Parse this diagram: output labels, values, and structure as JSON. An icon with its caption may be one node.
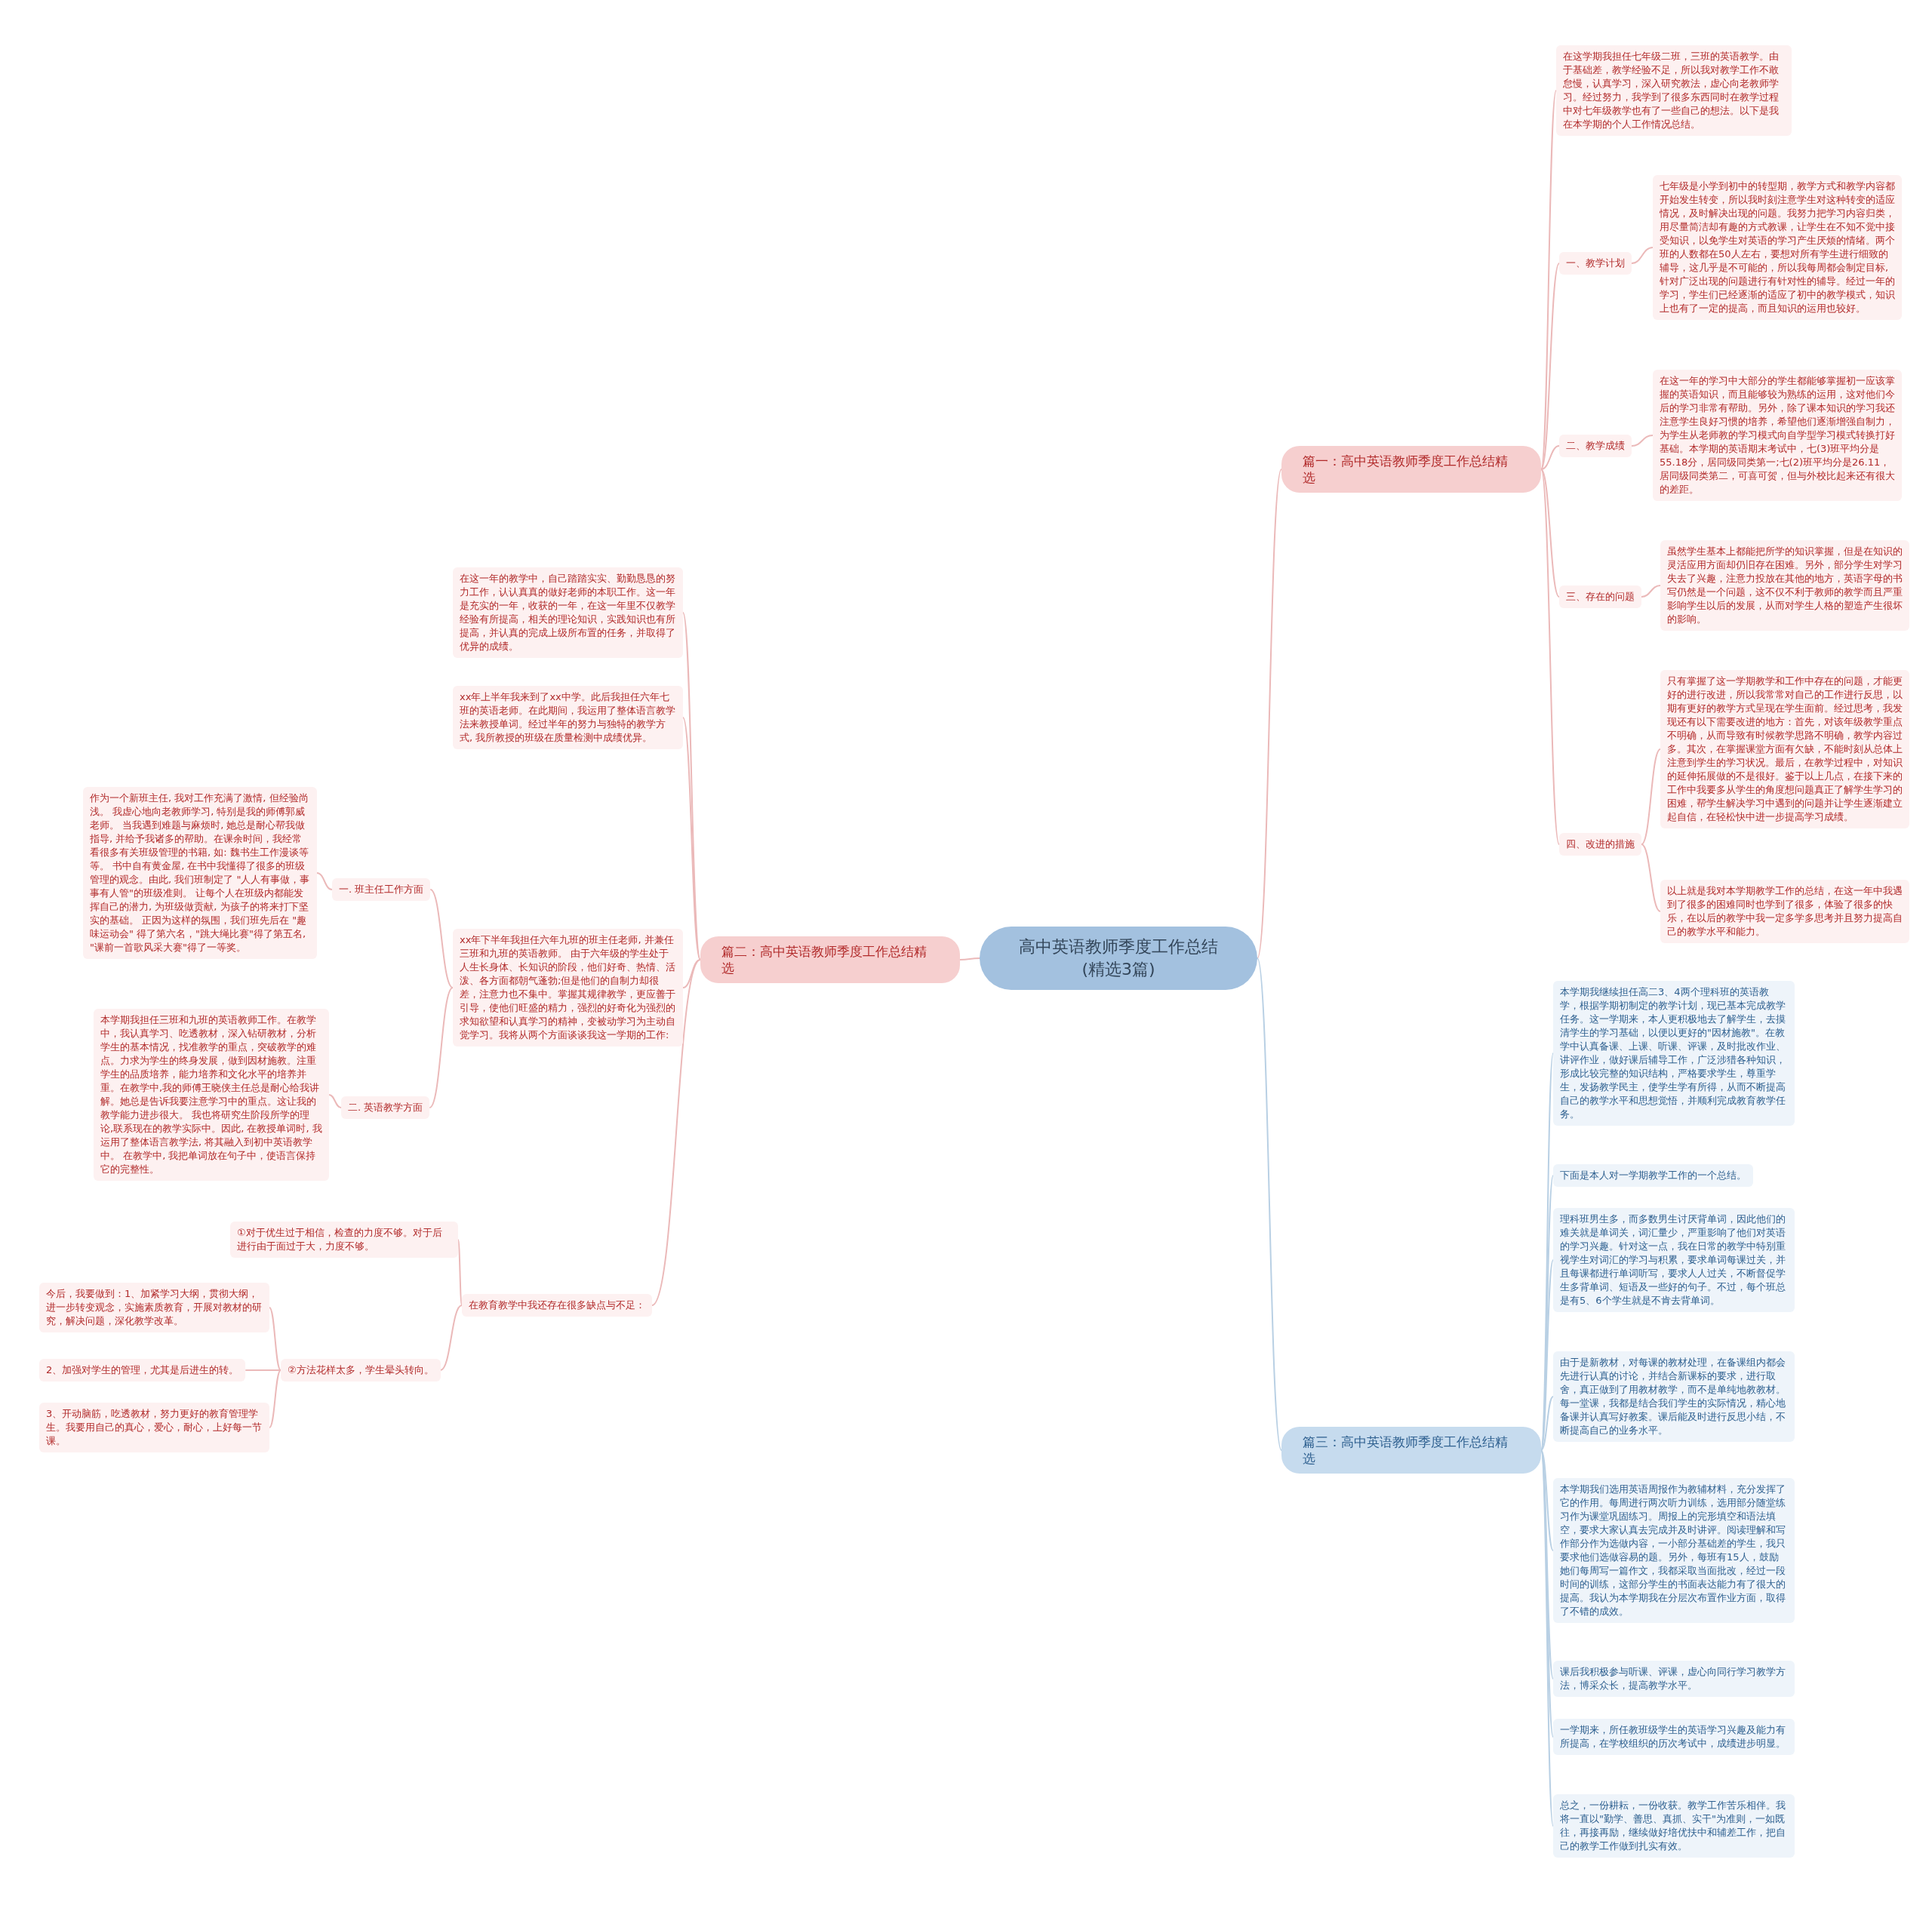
{
  "diagram": {
    "nodes": [
      {
        "text": [
          "高中英语教师季度工作总结(精选3篇)"
        ]
      },
      {
        "text": [
          "篇一：高中英语教师季度工作总结精选"
        ]
      },
      {
        "text": [
          "在这学期我担任七年级二班，三班的英语教学。由于基础差，教学经验不足，所以我对教学工作不敢怠慢，认真学习，深入研究教法，虚心向老教师学习。经过努力，我学到了很多东西同时在教学过程中对七年级教学也有了一些自己的想法。以下是我在本学期的个人工作情况总结。"
        ]
      },
      {
        "text": [
          "一、教学计划"
        ]
      },
      {
        "text": [
          "七年级是小学到初中的转型期，教学方式和教学内容都开始发生转变，所以我时刻注意学生对这种转变的适应情况，及时解决出现的问题。我努力把学习内容归类，用尽量简洁却有趣的方式教课，让学生在不知不觉中接受知识，以免学生对英语的学习产生厌烦的情绪。两个班的人数都在50人左右，要想对所有学生进行细致的辅导，这几乎是不可能的，所以我每周都会制定目标,针对广泛出现的问题进行有针对性的辅导。经过一年的学习，学生们已经逐渐的适应了初中的教学模式，知识上也有了一定的提高，而且知识的运用也较好。"
        ]
      },
      {
        "text": [
          "二、教学成绩"
        ]
      },
      {
        "text": [
          "在这一年的学习中大部分的学生都能够掌握初一应该掌握的英语知识，而且能够较为熟练的运用，这对他们今后的学习非常有帮助。另外，除了课本知识的学习我还注意学生良好习惯的培养，希望他们逐渐增强自制力，为学生从老师教的学习模式向自学型学习模式转换打好基础。本学期的英语期末考试中，七(3)班平均分是55.18分，居同级同类第一;七(2)班平均分是26.11，居同级同类第二，可喜可贺，但与外校比起来还有很大的差距。"
        ]
      },
      {
        "text": [
          "三、存在的问题"
        ]
      },
      {
        "text": [
          "虽然学生基本上都能把所学的知识掌握，但是在知识的灵活应用方面却仍旧存在困难。另外，部分学生对学习失去了兴趣，注意力投放在其他的地方，英语字母的书写仍然是一个问题，这不仅不利于教师的教学而且严重影响学生以后的发展，从而对学生人格的塑造产生很坏的影响。"
        ]
      },
      {
        "text": [
          "四、改进的措施"
        ]
      },
      {
        "text": [
          "只有掌握了这一学期教学和工作中存在的问题，才能更好的进行改进，所以我常常对自己的工作进行反思，以期有更好的教学方式呈现在学生面前。经过思考，我发现还有以下需要改进的地方：首先，对该年级教学重点不明确，从而导致有时候教学思路不明确，教学内容过多。其次，在掌握课堂方面有欠缺，不能时刻从总体上注意到学生的学习状况。最后，在教学过程中，对知识的延伸拓展做的不是很好。鉴于以上几点，在接下来的工作中我要多从学生的角度想问题真正了解学生学习的困难，帮学生解决学习中遇到的问题并让学生逐渐建立起自信，在轻松快中进一步提高学习成绩。"
        ]
      },
      {
        "text": [
          "以上就是我对本学期教学工作的总结，在这一年中我遇到了很多的困难同时也学到了很多，体验了很多的快乐，在以后的教学中我一定多学多思考并且努力提高自己的教学水平和能力。"
        ]
      },
      {
        "text": [
          "篇二：高中英语教师季度工作总结精选"
        ]
      },
      {
        "text": [
          "在这一年的教学中，自己踏踏实实、勤勤恳恳的努力工作，认认真真的做好老师的本职工作。这一年是充实的一年，收获的一年，在这一年里不仅教学经验有所提高，相关的理论知识，实践知识也有所提高，并认真的完成上级所布置的任务，并取得了优异的成绩。"
        ]
      },
      {
        "text": [
          "xx年上半年我来到了xx中学。此后我担任六年七班的英语老师。在此期间，我运用了整体语言教学法来教授单词。经过半年的努力与独特的教学方式, 我所教授的班级在质量检测中成绩优异。"
        ]
      },
      {
        "text": [
          "xx年下半年我担任六年九班的班主任老师, 并兼任三班和九班的英语教师。 由于六年级的学生处于人生长身体、长知识的阶段，他们好奇、热情、活泼、各方面都朝气蓬勃;但是他们的自制力却很差，注意力也不集中。掌握其规律教学，更应善于引导，使他们旺盛的精力，强烈的好奇化为强烈的求知欲望和认真学习的精神，变被动学习为主动自觉学习。我将从两个方面谈谈我这一学期的工作:"
        ]
      },
      {
        "text": [
          "一. 班主任工作方面"
        ]
      },
      {
        "text": [
          "作为一个新班主任, 我对工作充满了激情, 但经验尚浅。 我虚心地向老教师学习, 特别是我的师傅郭威老师。 当我遇到难题与麻烦时, 她总是耐心帮我做指导, 并给予我诸多的帮助。在课余时间，我经常看很多有关班级管理的书籍, 如: 魏书生工作漫谈等等。 书中自有黄金屋, 在书中我懂得了很多的班级管理的观念。由此, 我们班制定了 \"人人有事做，事事有人管\"的班级准则。 让每个人在班级内都能发挥自己的潜力, 为班级做贡献, 为孩子的将来打下坚实的基础。 正因为这样的氛围，我们班先后在 \"趣味运动会\" 得了第六名，\"跳大绳比赛\"得了第五名, \"课前一首歌风采大赛\"得了一等奖。"
        ]
      },
      {
        "text": [
          "二. 英语教学方面"
        ]
      },
      {
        "text": [
          "本学期我担任三班和九班的英语教师工作。在教学中，我认真学习、吃透教材，深入钻研教材，分析学生的基本情况，找准教学的重点，突破教学的难点。力求为学生的终身发展，做到因材施教。注重学生的品质培养，能力培养和文化水平的培养并重。在教学中,我的师傅王晓侠主任总是耐心给我讲解。她总是告诉我要注意学习中的重点。这让我的教学能力进步很大。 我也将研究生阶段所学的理论,联系现在的教学实际中。因此, 在教授单词时, 我运用了整体语言教学法, 将其融入到初中英语教学中。 在教学中, 我把单词放在句子中，使语言保持它的完整性。"
        ]
      },
      {
        "text": [
          "在教育教学中我还存在很多缺点与不足："
        ]
      },
      {
        "text": [
          "①对于优生过于相信，检查的力度不够。对于后进行由于面过于大，力度不够。"
        ]
      },
      {
        "text": [
          "②方法花样太多，学生晕头转向。"
        ]
      },
      {
        "text": [
          "今后，我要做到：1、加紧学习大纲，贯彻大纲，进一步转变观念，实施素质教育，开展对教材的研究，解决问题，深化教学改革。"
        ]
      },
      {
        "text": [
          "2、加强对学生的管理，尤其是后进生的转。"
        ]
      },
      {
        "text": [
          "3、开动脑筋，吃透教材，努力更好的教育管理学生。我要用自己的真心，爱心，耐心，上好每一节课。"
        ]
      },
      {
        "text": [
          "篇三：高中英语教师季度工作总结精选"
        ]
      },
      {
        "text": [
          "本学期我继续担任高二3、4两个理科班的英语教学，根据学期初制定的教学计划，现已基本完成教学任务。这一学期来，本人更积极地去了解学生，去摸清学生的学习基础，以便以更好的\"因材施教\"。在教学中认真备课、上课、听课、评课，及时批改作业、讲评作业，做好课后辅导工作，广泛涉猎各种知识，形成比较完整的知识结构，严格要求学生，尊重学生，发扬教学民主，使学生学有所得，从而不断提高自己的教学水平和思想觉悟，并顺利完成教育教学任务。"
        ]
      },
      {
        "text": [
          "下面是本人对一学期教学工作的一个总结。"
        ]
      },
      {
        "text": [
          "理科班男生多，而多数男生讨厌背单词，因此他们的难关就是单词关，词汇量少，严重影响了他们对英语的学习兴趣。针对这一点，我在日常的教学中特别重视学生对词汇的学习与积累，要求单词每课过关，并且每课都进行单词听写，要求人人过关，不断督促学生多背单词、短语及一些好的句子。不过，每个班总是有5、6个学生就是不肯去背单词。"
        ]
      },
      {
        "text": [
          "由于是新教材，对每课的教材处理，在备课组内都会先进行认真的讨论，并结合新课标的要求，进行取舍，真正做到了用教材教学，而不是单纯地教教材。每一堂课，我都是结合我们学生的实际情况，精心地备课并认真写好教案。课后能及时进行反思小结，不断提高自己的业务水平。"
        ]
      },
      {
        "text": [
          "本学期我们选用英语周报作为教辅材料，充分发挥了它的作用。每周进行两次听力训练，选用部分随堂练习作为课堂巩固练习。周报上的完形填空和语法填空，要求大家认真去完成并及时讲评。阅读理解和写作部分作为选做内容，一小部分基础差的学生，我只要求他们选做容易的题。另外，每班有15人，鼓励她们每周写一篇作文，我都采取当面批改，经过一段时间的训练，这部分学生的书面表达能力有了很大的提高。我认为本学期我在分层次布置作业方面，取得了不错的成效。"
        ]
      },
      {
        "text": [
          "课后我积极参与听课、评课，虚心向同行学习教学方法，博采众长，提高教学水平。"
        ]
      },
      {
        "text": [
          "一学期来，所任教班级学生的英语学习兴趣及能力有所提高，在学校组织的历次考试中，成绩进步明显。"
        ]
      },
      {
        "text": [
          "总之，一份耕耘，一份收获。教学工作苦乐相伴。我将一直以\"勤学、善思、真抓、实干\"为准则，一如既往，再接再励，继续做好培优扶中和辅差工作，把自己的教学工作做到扎实有效。"
        ]
      }
    ],
    "edges": [
      {
        "from": 0,
        "to": 1,
        "arrow": "none"
      },
      {
        "from": 1,
        "to": 2,
        "arrow": "none"
      },
      {
        "from": 1,
        "to": 3,
        "arrow": "none"
      },
      {
        "from": 3,
        "to": 4,
        "arrow": "none"
      },
      {
        "from": 1,
        "to": 5,
        "arrow": "none"
      },
      {
        "from": 5,
        "to": 6,
        "arrow": "none"
      },
      {
        "from": 1,
        "to": 7,
        "arrow": "none"
      },
      {
        "from": 7,
        "to": 8,
        "arrow": "none"
      },
      {
        "from": 1,
        "to": 9,
        "arrow": "none"
      },
      {
        "from": 9,
        "to": 10,
        "arrow": "none"
      },
      {
        "from": 9,
        "to": 11,
        "arrow": "none"
      },
      {
        "from": 0,
        "to": 12,
        "arrow": "none"
      },
      {
        "from": 12,
        "to": 13,
        "arrow": "none"
      },
      {
        "from": 12,
        "to": 14,
        "arrow": "none"
      },
      {
        "from": 12,
        "to": 15,
        "arrow": "none"
      },
      {
        "from": 15,
        "to": 16,
        "arrow": "none"
      },
      {
        "from": 16,
        "to": 17,
        "arrow": "none"
      },
      {
        "from": 15,
        "to": 18,
        "arrow": "none"
      },
      {
        "from": 18,
        "to": 19,
        "arrow": "none"
      },
      {
        "from": 12,
        "to": 20,
        "arrow": "none"
      },
      {
        "from": 20,
        "to": 21,
        "arrow": "none"
      },
      {
        "from": 20,
        "to": 22,
        "arrow": "none"
      },
      {
        "from": 22,
        "to": 23,
        "arrow": "none"
      },
      {
        "from": 22,
        "to": 24,
        "arrow": "none"
      },
      {
        "from": 22,
        "to": 25,
        "arrow": "none"
      },
      {
        "from": 0,
        "to": 26,
        "arrow": "none",
        "color": "#b9d0e4"
      },
      {
        "from": 26,
        "to": 27,
        "arrow": "none",
        "color": "#b9d0e4"
      },
      {
        "from": 26,
        "to": 28,
        "arrow": "none",
        "color": "#b9d0e4"
      },
      {
        "from": 26,
        "to": 29,
        "arrow": "none",
        "color": "#b9d0e4"
      },
      {
        "from": 26,
        "to": 30,
        "arrow": "none",
        "color": "#b9d0e4"
      },
      {
        "from": 26,
        "to": 31,
        "arrow": "none",
        "color": "#b9d0e4"
      },
      {
        "from": 26,
        "to": 32,
        "arrow": "none",
        "color": "#b9d0e4"
      },
      {
        "from": 26,
        "to": 33,
        "arrow": "none",
        "color": "#b9d0e4"
      },
      {
        "from": 26,
        "to": 34,
        "arrow": "none",
        "color": "#b9d0e4"
      }
    ]
  }
}
